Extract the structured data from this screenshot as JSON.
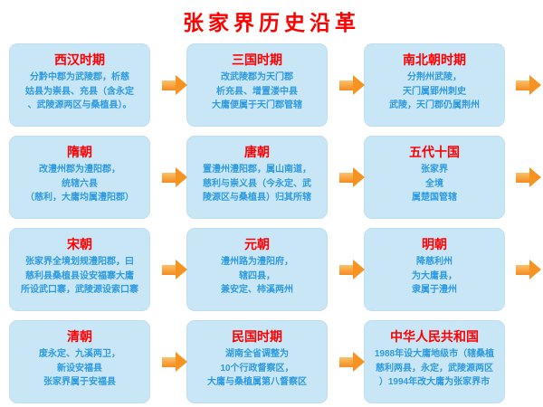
{
  "page": {
    "title": "张家界历史沿革"
  },
  "colors": {
    "title": "#ff0000",
    "box_background": "#c9e6f7",
    "box_title": "#ff0000",
    "box_body": "#2e9be0",
    "arrow": "#f89b33"
  },
  "rows": [
    {
      "boxes": [
        {
          "title": "西汉时期",
          "lines": [
            "分黔中郡为武陵郡，析慈",
            "姑县为崇县、充县（含永定",
            "、武陵源两区与桑植县）。"
          ]
        },
        {
          "title": "三国时期",
          "lines": [
            "改武陵郡为天门郡",
            "析充县、增置溇中县",
            "大庸便属于天门郡管辖"
          ]
        },
        {
          "title": "南北朝时期",
          "lines": [
            "分荆州武陵，",
            "天门属郢州刺史",
            "武陵，天门郡仍属荆州"
          ]
        }
      ],
      "trailing_arrow": true
    },
    {
      "boxes": [
        {
          "title": "隋朝",
          "lines": [
            "改澧州郡为澧阳郡，",
            "统辖六县",
            "（慈利，大庸均属澧阳郡）"
          ]
        },
        {
          "title": "唐朝",
          "lines": [
            "置澧州澧阳郡，属山南道，",
            "慈利与崇义县（今永定、武",
            "陵源区与桑植县）归其所辖"
          ]
        },
        {
          "title": "五代十国",
          "lines": [
            "张家界",
            "全境",
            "属楚国管辖"
          ]
        }
      ],
      "trailing_arrow": true
    },
    {
      "boxes": [
        {
          "title": "宋朝",
          "lines": [
            "张家界全境划规澧阳郡，曰",
            "慈利县桑植县设安福寨大庸",
            "所设武口寨，武陵源设索口寨"
          ]
        },
        {
          "title": "元朝",
          "lines": [
            "澧州路为澧阳府，",
            "辖四县，",
            "兼安定、柿溪两州"
          ]
        },
        {
          "title": "明朝",
          "lines": [
            "降慈利州",
            "为大庸县，",
            "隶属于澧州"
          ]
        }
      ],
      "trailing_arrow": true
    },
    {
      "boxes": [
        {
          "title": "清朝",
          "lines": [
            "废永定、九溪两卫，",
            "新设安福县",
            "张家界属于安福县"
          ]
        },
        {
          "title": "民国时期",
          "lines": [
            "湖南全省调整为",
            "10个行政督察区，",
            "大庸与桑植属第八督察区"
          ]
        },
        {
          "title": "中华人民共和国",
          "lines": [
            "1988年设大庸地级市（辖桑植",
            "慈利两县，永定，武陵源两区",
            "）1994年改大庸为张家界市"
          ]
        }
      ],
      "trailing_arrow": false
    }
  ]
}
